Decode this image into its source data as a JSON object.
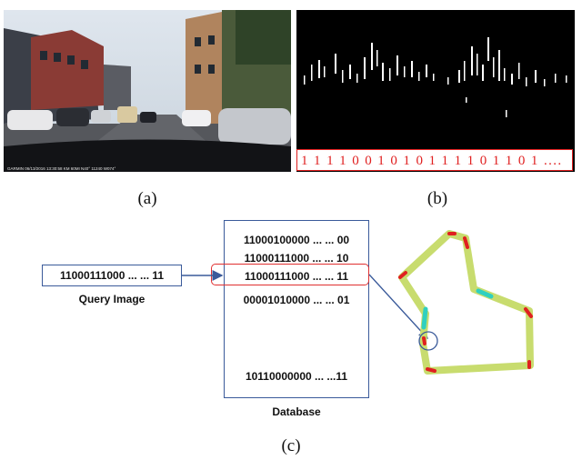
{
  "captions": {
    "a": "(a)",
    "b": "(b)",
    "c": "(c)"
  },
  "binary_code": "1 1 1 1 0 0 1 0 1 0 1 1 1 1 0 1 1 0 1 ....",
  "camera_overlay": "GARMIN 06/13/2016 13:30:58 KM 60MI  N40° 11240  W074°",
  "query": {
    "code": "11000111000 ... ... 11",
    "label": "Query Image"
  },
  "database": {
    "label": "Database",
    "rows": [
      "11000100000 ... ... 00",
      "11000111000 ... ... 10",
      "11000111000 ... ... 11",
      "00001010000 ... ... 01",
      "10110000000 ... ...11"
    ]
  },
  "colors": {
    "highlight": "#e03030",
    "box": "#3a5a9a",
    "route": "#c8dc6e",
    "route_marks": "#e02020",
    "route_cyan": "#30d0c0"
  }
}
